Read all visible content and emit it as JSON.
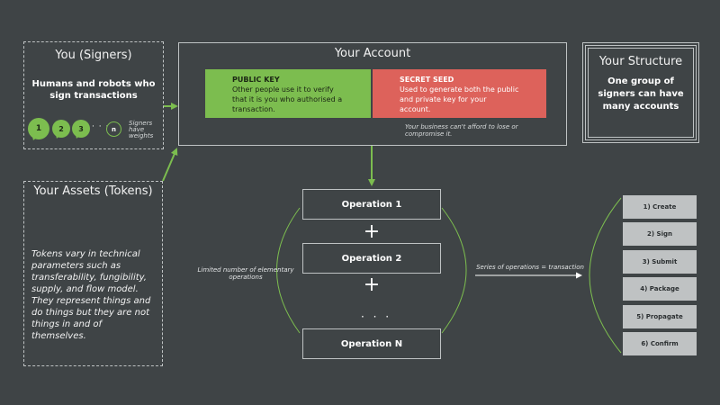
{
  "signers": {
    "title": "You (Signers)",
    "subtitle": "Humans and robots who sign transactions",
    "bubbles": [
      "1",
      "2",
      "3"
    ],
    "dots": "· · ·",
    "n_label": "n",
    "note": "Signers have weights"
  },
  "account": {
    "title": "Your Account",
    "public_key": {
      "heading": "PUBLIC KEY",
      "text": "Other people use it to verify that it is you who authorised a transaction."
    },
    "secret_seed": {
      "heading": "SECRET SEED",
      "text": "Used to generate both the public and private key for your account."
    },
    "seed_note": "Your business can't afford to lose or compromise it."
  },
  "structure": {
    "title": "Your Structure",
    "text": "One group of signers can have many accounts"
  },
  "assets": {
    "title": "Your Assets (Tokens)",
    "text": "Tokens vary in technical parameters such as transferability, fungibility, supply, and flow model. They represent things and do things but they are not things in and of themselves."
  },
  "operations": {
    "items": [
      "Operation 1",
      "Operation 2",
      "Operation N"
    ],
    "plus": "+",
    "dots": "· · ·",
    "label": "Limited number of elementary operations"
  },
  "series_label": "Series of operations = transaction",
  "steps": [
    "1) Create",
    "2) Sign",
    "3) Submit",
    "4) Package",
    "5) Propagate",
    "6) Confirm"
  ],
  "colors": {
    "background": "#3f4446",
    "green": "#7cbd4f",
    "red": "#dd625b",
    "step_fill": "#bfc2c3",
    "border": "#bfc3c4"
  }
}
